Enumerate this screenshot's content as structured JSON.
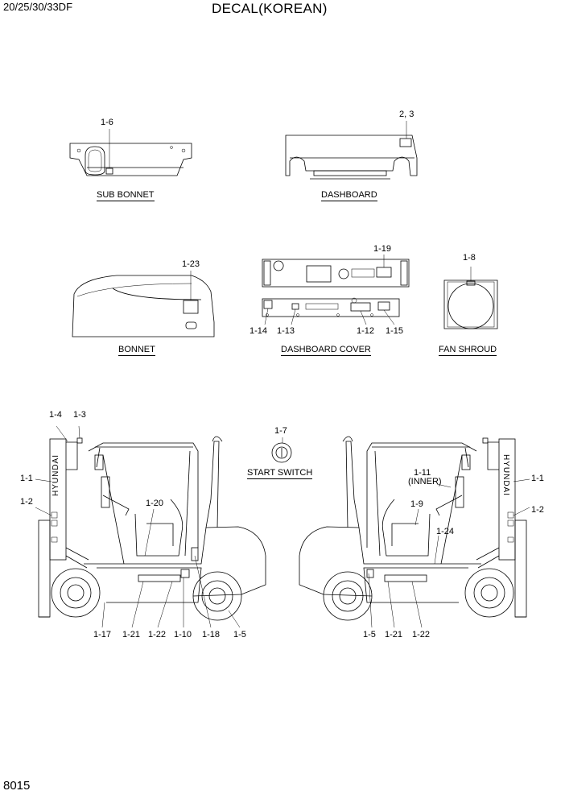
{
  "header": {
    "model": "20/25/30/33DF",
    "title": "DECAL(KOREAN)"
  },
  "footer": {
    "page": "8015"
  },
  "assemblies": {
    "sub_bonnet": "SUB BONNET",
    "dashboard": "DASHBOARD",
    "bonnet": "BONNET",
    "dashboard_cover": "DASHBOARD COVER",
    "fan_shroud": "FAN SHROUD",
    "start_switch": "START SWITCH"
  },
  "brand_text": "HYUNDAI",
  "callouts": {
    "sub_bonnet_1_6": "1-6",
    "dashboard_2_3": "2, 3",
    "bonnet_1_23": "1-23",
    "cover_1_19": "1-19",
    "cover_1_14": "1-14",
    "cover_1_13": "1-13",
    "cover_1_12": "1-12",
    "cover_1_15": "1-15",
    "shroud_1_8": "1-8",
    "switch_1_7": "1-7",
    "left_1_4": "1-4",
    "left_1_3": "1-3",
    "left_1_1": "1-1",
    "left_1_2": "1-2",
    "left_1_20": "1-20",
    "left_1_17": "1-17",
    "left_1_21": "1-21",
    "left_1_22": "1-22",
    "left_1_10": "1-10",
    "left_1_18": "1-18",
    "left_1_5": "1-5",
    "right_1_11": "1-11",
    "right_inner": "(INNER)",
    "right_1_9": "1-9",
    "right_1_24": "1-24",
    "right_1_1": "1-1",
    "right_1_2": "1-2",
    "right_1_5": "1-5",
    "right_1_21": "1-21",
    "right_1_22": "1-22"
  }
}
